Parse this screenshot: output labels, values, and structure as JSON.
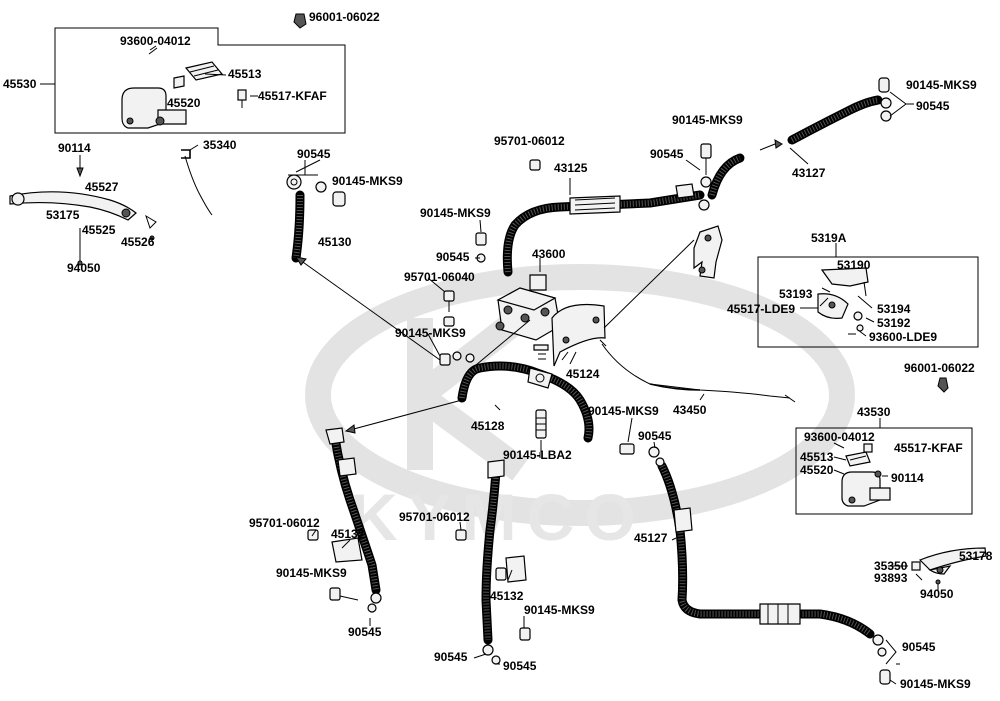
{
  "watermark": {
    "brand": "KYMCO"
  },
  "labels": {
    "p96001_06022_top": "96001-06022",
    "p93600_04012_a": "93600-04012",
    "p45530": "45530",
    "p45513_a": "45513",
    "p45520_a": "45520",
    "p45517_kfaf_a": "45517-KFAF",
    "p35340": "35340",
    "p90114_a": "90114",
    "p45527": "45527",
    "p53175": "53175",
    "p45525": "45525",
    "p45526": "45526",
    "p94050_a": "94050",
    "p90545_a": "90545",
    "p90145_mks9_a": "90145-MKS9",
    "p45130": "45130",
    "p95701_06012_a": "95701-06012",
    "p43125": "43125",
    "p90145_mks9_b": "90145-MKS9",
    "p90545_b": "90545",
    "p90145_mks9_c": "90145-MKS9",
    "p90545_c": "90545",
    "p43600": "43600",
    "p95701_06040": "95701-06040",
    "p90145_mks9_d": "90145-MKS9",
    "p45124": "45124",
    "p45128": "45128",
    "p90145_lba2": "90145-LBA2",
    "p43450": "43450",
    "p90145_mks9_e": "90145-MKS9",
    "p90545_d": "90545",
    "p90145_mks9_top_right": "90145-MKS9",
    "p90545_top_right": "90545",
    "p43127": "43127",
    "p5319a": "5319A",
    "p53190": "53190",
    "p53193": "53193",
    "p45517_lde9": "45517-LDE9",
    "p53194": "53194",
    "p53192": "53192",
    "p93600_lde9": "93600-LDE9",
    "p96001_06022_right": "96001-06022",
    "p43530": "43530",
    "p93600_04012_b": "93600-04012",
    "p45517_kfaf_b": "45517-KFAF",
    "p45513_b": "45513",
    "p45520_b": "45520",
    "p90114_b": "90114",
    "p95701_06012_b": "95701-06012",
    "p45132_a": "45132",
    "p90145_mks9_f": "90145-MKS9",
    "p90545_e": "90545",
    "p95701_06012_c": "95701-06012",
    "p45132_b": "45132",
    "p90145_mks9_g": "90145-MKS9",
    "p90545_f": "90545",
    "p90545_g": "90545",
    "p45127": "45127",
    "p35350": "35350",
    "p93893": "93893",
    "p53178": "53178",
    "p94050_b": "94050",
    "p90545_h": "90545",
    "p90145_mks9_bottom": "90145-MKS9"
  }
}
